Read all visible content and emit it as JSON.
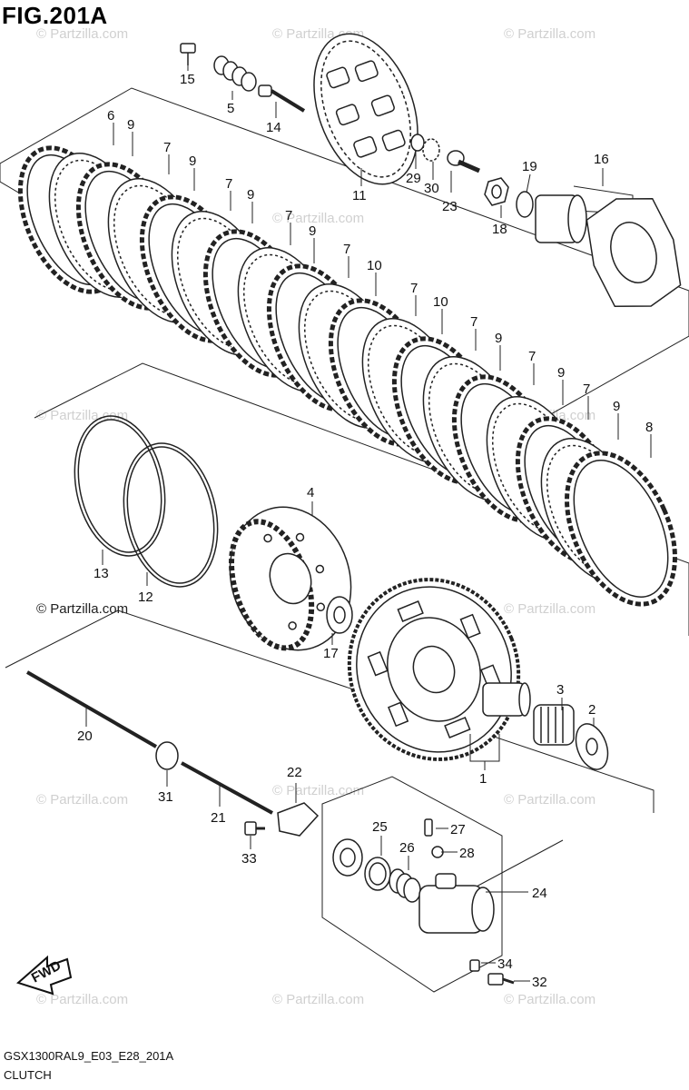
{
  "figure": {
    "title": "FIG.201A",
    "model_code": "GSX1300RAL9_E03_E28_201A",
    "caption": "CLUTCH",
    "copyright": "© Partzilla.com",
    "watermark": "© Partzilla.com",
    "fwd_label": "FWD"
  },
  "callouts": [
    {
      "id": "c6",
      "text": "6"
    },
    {
      "id": "c9a",
      "text": "9"
    },
    {
      "id": "c7a",
      "text": "7"
    },
    {
      "id": "c9b",
      "text": "9"
    },
    {
      "id": "c7b",
      "text": "7"
    },
    {
      "id": "c9c",
      "text": "9"
    },
    {
      "id": "c7c",
      "text": "7"
    },
    {
      "id": "c9d",
      "text": "9"
    },
    {
      "id": "c7d",
      "text": "7"
    },
    {
      "id": "c10a",
      "text": "10"
    },
    {
      "id": "c7e",
      "text": "7"
    },
    {
      "id": "c10b",
      "text": "10"
    },
    {
      "id": "c7f",
      "text": "7"
    },
    {
      "id": "c9e",
      "text": "9"
    },
    {
      "id": "c7g",
      "text": "7"
    },
    {
      "id": "c9f",
      "text": "9"
    },
    {
      "id": "c7h",
      "text": "7"
    },
    {
      "id": "c9g",
      "text": "9"
    },
    {
      "id": "c8",
      "text": "8"
    },
    {
      "id": "c15",
      "text": "15"
    },
    {
      "id": "c5",
      "text": "5"
    },
    {
      "id": "c14",
      "text": "14"
    },
    {
      "id": "c11",
      "text": "11"
    },
    {
      "id": "c29",
      "text": "29"
    },
    {
      "id": "c30",
      "text": "30"
    },
    {
      "id": "c23",
      "text": "23"
    },
    {
      "id": "c19",
      "text": "19"
    },
    {
      "id": "c16",
      "text": "16"
    },
    {
      "id": "c18",
      "text": "18"
    },
    {
      "id": "c13",
      "text": "13"
    },
    {
      "id": "c12",
      "text": "12"
    },
    {
      "id": "c4",
      "text": "4"
    },
    {
      "id": "c17",
      "text": "17"
    },
    {
      "id": "c3",
      "text": "3"
    },
    {
      "id": "c2",
      "text": "2"
    },
    {
      "id": "c1",
      "text": "1"
    },
    {
      "id": "c20",
      "text": "20"
    },
    {
      "id": "c31",
      "text": "31"
    },
    {
      "id": "c21",
      "text": "21"
    },
    {
      "id": "c22",
      "text": "22"
    },
    {
      "id": "c33",
      "text": "33"
    },
    {
      "id": "c25",
      "text": "25"
    },
    {
      "id": "c27",
      "text": "27"
    },
    {
      "id": "c28",
      "text": "28"
    },
    {
      "id": "c26",
      "text": "26"
    },
    {
      "id": "c24",
      "text": "24"
    },
    {
      "id": "c34",
      "text": "34"
    },
    {
      "id": "c32",
      "text": "32"
    }
  ]
}
